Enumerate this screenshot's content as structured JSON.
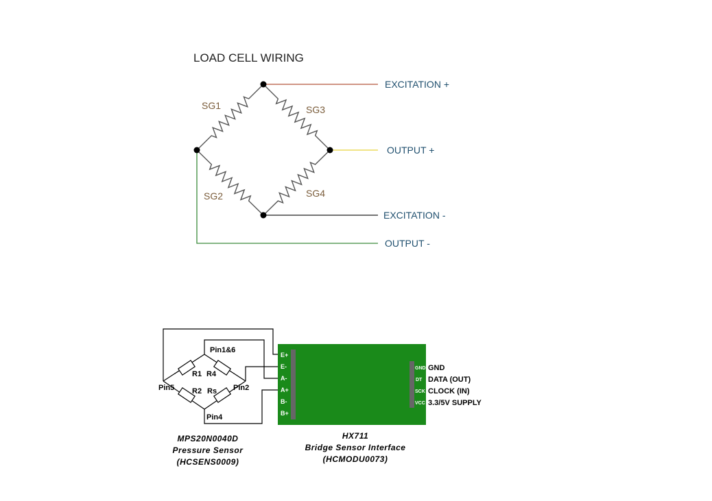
{
  "load_cell": {
    "title": "LOAD CELL WIRING",
    "gauges": {
      "sg1": "SG1",
      "sg2": "SG2",
      "sg3": "SG3",
      "sg4": "SG4"
    },
    "wires": {
      "excitation_pos": "EXCITATION +",
      "output_pos": "OUTPUT +",
      "excitation_neg": "EXCITATION -",
      "output_neg": "OUTPUT -"
    },
    "colors": {
      "excitation_pos": "#b5533a",
      "output_pos": "#e8d23a",
      "excitation_neg": "#222222",
      "output_neg": "#3a8a3a",
      "resistor": "#555555"
    }
  },
  "sensor": {
    "pins": {
      "pin16": "Pin1&6",
      "pin2": "Pin2",
      "pin4": "Pin4",
      "pin5": "Pin5"
    },
    "resistors": {
      "r1": "R1",
      "r2": "R2",
      "r4": "R4",
      "rs": "Rs"
    },
    "caption": [
      "MPS20N0040D",
      "Pressure Sensor",
      "(HCSENS0009)"
    ]
  },
  "hx711": {
    "input_pins": [
      "E+",
      "E-",
      "A-",
      "A+",
      "B-",
      "B+"
    ],
    "output_pins": [
      "GND",
      "DT",
      "SCK",
      "VCC"
    ],
    "output_labels": [
      "GND",
      "DATA (OUT)",
      "CLOCK (IN)",
      "3.3/5V SUPPLY"
    ],
    "caption": [
      "HX711",
      "Bridge Sensor Interface",
      "(HCMODU0073)"
    ],
    "colors": {
      "board": "#1a8a1a",
      "header": "#666666"
    }
  }
}
